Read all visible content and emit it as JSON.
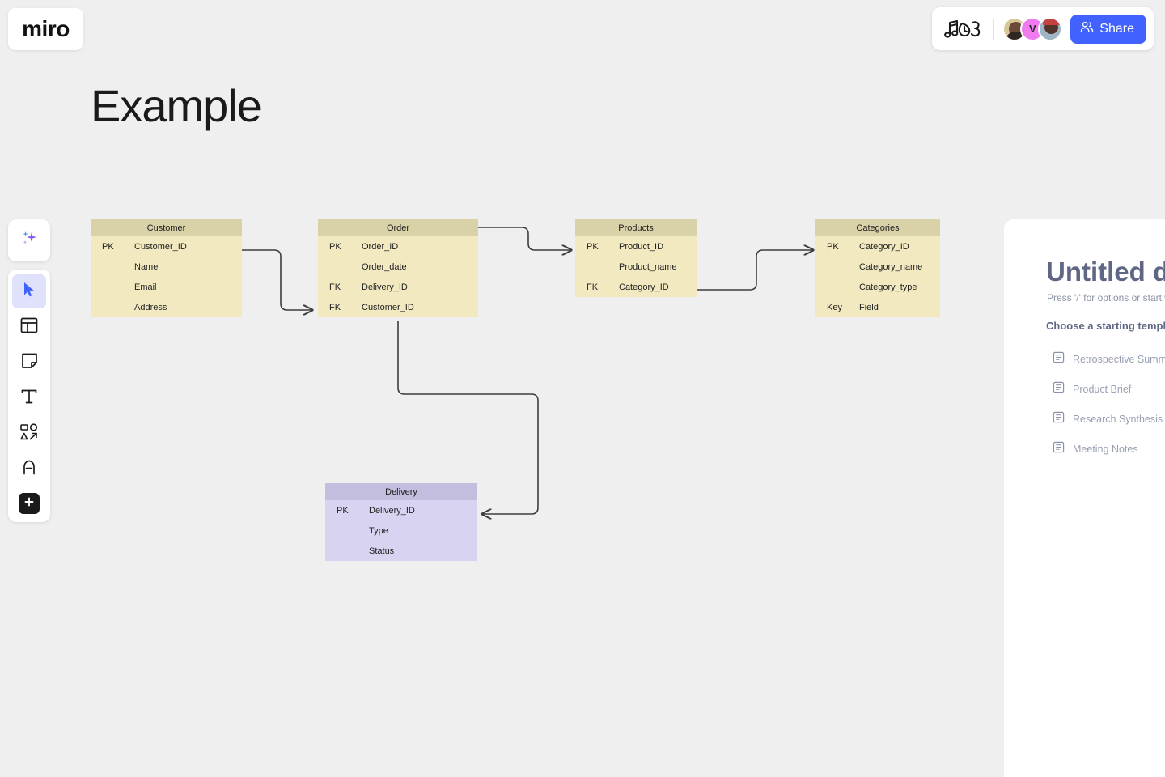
{
  "app": {
    "logo": "miro"
  },
  "topbar": {
    "doodle_icon": "music-notes-doodle-icon",
    "avatars": [
      {
        "name": "avatar-user-1",
        "initial": ""
      },
      {
        "name": "avatar-user-2",
        "initial": "V"
      },
      {
        "name": "avatar-user-3",
        "initial": ""
      }
    ],
    "share_label": "Share",
    "share_color": "#4262ff"
  },
  "canvas": {
    "title": "Example",
    "background": "#efefef"
  },
  "toolbar": {
    "items": [
      {
        "name": "ai-sparkle-tool",
        "icon": "sparkles-icon",
        "label": "AI",
        "active": false
      },
      {
        "name": "select-tool",
        "icon": "cursor-icon",
        "label": "Select",
        "active": true
      },
      {
        "name": "templates-tool",
        "icon": "template-icon",
        "label": "Templates",
        "active": false
      },
      {
        "name": "sticky-note-tool",
        "icon": "sticky-note-icon",
        "label": "Sticky note",
        "active": false
      },
      {
        "name": "text-tool",
        "icon": "text-icon",
        "label": "Text",
        "active": false
      },
      {
        "name": "shapes-tool",
        "icon": "shapes-icon",
        "label": "Shapes",
        "active": false
      },
      {
        "name": "pen-tool",
        "icon": "pen-icon",
        "label": "Pen",
        "active": false
      },
      {
        "name": "more-apps-tool",
        "icon": "plus-icon",
        "label": "More",
        "active": false
      }
    ]
  },
  "erd": {
    "colors": {
      "tan_header": "#d9d2a8",
      "tan_body": "#f2e9c1",
      "purple_header": "#c3bede",
      "purple_body": "#d7d3f0",
      "connector": "#3d3d3d"
    },
    "tables": [
      {
        "id": "customer",
        "title": "Customer",
        "rows": [
          {
            "key": "PK",
            "field": "Customer_ID"
          },
          {
            "key": "",
            "field": "Name"
          },
          {
            "key": "",
            "field": "Email"
          },
          {
            "key": "",
            "field": "Address"
          }
        ]
      },
      {
        "id": "order",
        "title": "Order",
        "rows": [
          {
            "key": "PK",
            "field": "Order_ID"
          },
          {
            "key": "",
            "field": "Order_date"
          },
          {
            "key": "FK",
            "field": "Delivery_ID"
          },
          {
            "key": "FK",
            "field": "Customer_ID"
          }
        ]
      },
      {
        "id": "products",
        "title": "Products",
        "rows": [
          {
            "key": "PK",
            "field": "Product_ID"
          },
          {
            "key": "",
            "field": "Product_name"
          },
          {
            "key": "FK",
            "field": "Category_ID"
          }
        ]
      },
      {
        "id": "categories",
        "title": "Categories",
        "rows": [
          {
            "key": "PK",
            "field": "Category_ID"
          },
          {
            "key": "",
            "field": "Category_name"
          },
          {
            "key": "",
            "field": "Category_type"
          },
          {
            "key": "Key",
            "field": "Field"
          }
        ]
      },
      {
        "id": "delivery",
        "title": "Delivery",
        "rows": [
          {
            "key": "PK",
            "field": "Delivery_ID"
          },
          {
            "key": "",
            "field": "Type"
          },
          {
            "key": "",
            "field": "Status"
          }
        ]
      }
    ]
  },
  "doc_panel": {
    "title": "Untitled doc",
    "hint": "Press '/' for options or start w",
    "subtitle": "Choose a starting templa",
    "templates": [
      {
        "name": "template-retrospective-summary",
        "label": "Retrospective Summar"
      },
      {
        "name": "template-product-brief",
        "label": "Product Brief"
      },
      {
        "name": "template-research-synthesis",
        "label": "Research Synthesis"
      },
      {
        "name": "template-meeting-notes",
        "label": "Meeting Notes"
      }
    ]
  }
}
